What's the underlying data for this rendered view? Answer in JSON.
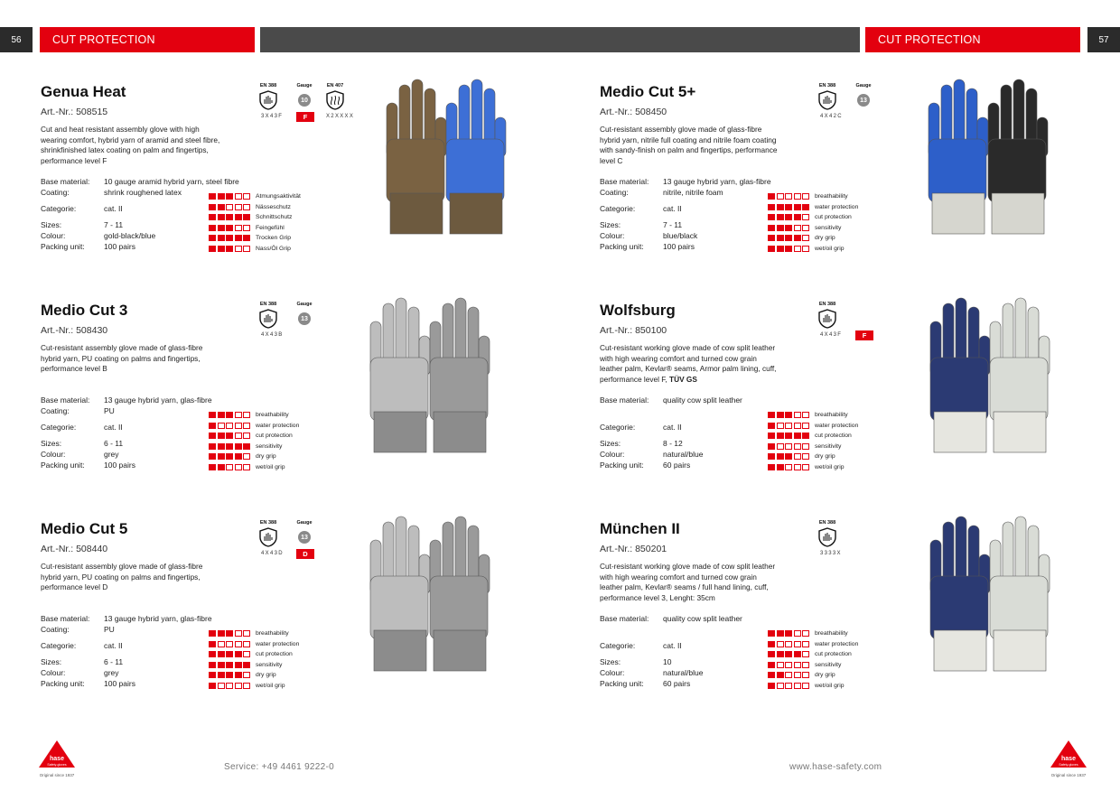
{
  "header": {
    "page_left": "56",
    "page_right": "57",
    "section_left": "CUT PROTECTION",
    "section_right": "CUT PROTECTION"
  },
  "cert_labels": {
    "en388": "EN 388",
    "gauge": "Gauge",
    "en407": "EN 407"
  },
  "labels": {
    "base_material": "Base material:",
    "coating": "Coating:",
    "categorie": "Categorie:",
    "sizes": "Sizes:",
    "colour": "Colour:",
    "packing_unit": "Packing unit:"
  },
  "products": [
    {
      "name": "Genua Heat",
      "art": "Art.-Nr.: 508515",
      "desc": "Cut and heat resistant assembly glove with high wearing comfort, hybrid yarn of aramid and steel fibre, shrinkfinished latex coating on palm and fingertips, performance level F",
      "base_material": "10 gauge aramid hybrid yarn, steel fibre",
      "coating": "shrink roughened latex",
      "categorie": "cat. II",
      "sizes": "7 - 11",
      "colour": "gold-black/blue",
      "packing_unit": "100 pairs",
      "gauge": "10",
      "en388_code": "3X43F",
      "en407_code": "X2XXXX",
      "level": "F",
      "ratings": [
        {
          "label": "Atmungsaktivität",
          "value": 3
        },
        {
          "label": "Nässeschutz",
          "value": 2
        },
        {
          "label": "Schnittschutz",
          "value": 5
        },
        {
          "label": "Feingefühl",
          "value": 3
        },
        {
          "label": "Trocken Grip",
          "value": 5
        },
        {
          "label": "Nass/Öl Grip",
          "value": 3
        }
      ]
    },
    {
      "name": "Medio Cut 5+",
      "art": "Art.-Nr.: 508450",
      "desc": "Cut-resistant assembly glove made of glass-fibre hybrid yarn, nitrile full coating and nitrile foam coating with sandy-finish on palm and fingertips, performance level C",
      "base_material": "13 gauge hybrid yarn, glas-fibre",
      "coating": "nitrile, nitrile foam",
      "categorie": "cat. II",
      "sizes": "7 - 11",
      "colour": "blue/black",
      "packing_unit": "100 pairs",
      "gauge": "13",
      "en388_code": "4X42C",
      "en407_code": "",
      "level": "",
      "ratings": [
        {
          "label": "breathability",
          "value": 1
        },
        {
          "label": "water protection",
          "value": 5
        },
        {
          "label": "cut protection",
          "value": 4
        },
        {
          "label": "sensitivity",
          "value": 3
        },
        {
          "label": "dry grip",
          "value": 4
        },
        {
          "label": "wet/oil grip",
          "value": 3
        }
      ]
    },
    {
      "name": "Medio Cut 3",
      "art": "Art.-Nr.: 508430",
      "desc": "Cut-resistant assembly glove made of glass-fibre hybrid yarn, PU coating on palms and fingertips, performance level B",
      "base_material": "13 gauge hybrid yarn, glas-fibre",
      "coating": "PU",
      "categorie": "cat. II",
      "sizes": "6 - 11",
      "colour": "grey",
      "packing_unit": "100 pairs",
      "gauge": "13",
      "en388_code": "4X43B",
      "en407_code": "",
      "level": "",
      "ratings": [
        {
          "label": "breathability",
          "value": 3
        },
        {
          "label": "water protection",
          "value": 1
        },
        {
          "label": "cut protection",
          "value": 3
        },
        {
          "label": "sensitivity",
          "value": 5
        },
        {
          "label": "dry grip",
          "value": 4
        },
        {
          "label": "wet/oil grip",
          "value": 2
        }
      ]
    },
    {
      "name": "Wolfsburg",
      "art": "Art.-Nr.: 850100",
      "desc": "Cut-resistant working glove made of cow split leather with high wearing comfort and turned cow grain leather palm, Kevlar® seams, Armor palm lining, cuff, performance level F,",
      "desc_bold": "TÜV GS",
      "base_material": "quality cow split leather",
      "coating": "",
      "categorie": "cat. II",
      "sizes": "8 - 12",
      "colour": "natural/blue",
      "packing_unit": "60 pairs",
      "gauge": "",
      "en388_code": "4X43F",
      "en407_code": "",
      "level": "F",
      "ratings": [
        {
          "label": "breathability",
          "value": 3
        },
        {
          "label": "water protection",
          "value": 1
        },
        {
          "label": "cut protection",
          "value": 5
        },
        {
          "label": "sensitivity",
          "value": 1
        },
        {
          "label": "dry grip",
          "value": 3
        },
        {
          "label": "wet/oil grip",
          "value": 2
        }
      ]
    },
    {
      "name": "Medio Cut 5",
      "art": "Art.-Nr.: 508440",
      "desc": "Cut-resistant assembly glove made of glass-fibre hybrid yarn, PU coating on palms and fingertips, performance level D",
      "base_material": "13 gauge hybrid yarn, glas-fibre",
      "coating": "PU",
      "categorie": "cat. II",
      "sizes": "6 - 11",
      "colour": "grey",
      "packing_unit": "100 pairs",
      "gauge": "13",
      "en388_code": "4X43D",
      "en407_code": "",
      "level": "D",
      "ratings": [
        {
          "label": "breathability",
          "value": 3
        },
        {
          "label": "water protection",
          "value": 1
        },
        {
          "label": "cut protection",
          "value": 4
        },
        {
          "label": "sensitivity",
          "value": 5
        },
        {
          "label": "dry grip",
          "value": 4
        },
        {
          "label": "wet/oil grip",
          "value": 1
        }
      ]
    },
    {
      "name": "München II",
      "art": "Art.-Nr.: 850201",
      "desc": "Cut-resistant working glove made of cow split leather with high wearing comfort and turned cow grain leather palm, Kevlar® seams / full hand lining, cuff, performance level 3, Lenght: 35cm",
      "base_material": "quality cow split leather",
      "coating": "",
      "categorie": "cat. II",
      "sizes": "10",
      "colour": "natural/blue",
      "packing_unit": "60 pairs",
      "gauge": "",
      "en388_code": "3333X",
      "en407_code": "",
      "level": "",
      "ratings": [
        {
          "label": "breathability",
          "value": 3
        },
        {
          "label": "water protection",
          "value": 1
        },
        {
          "label": "cut protection",
          "value": 4
        },
        {
          "label": "sensitivity",
          "value": 1
        },
        {
          "label": "dry grip",
          "value": 2
        },
        {
          "label": "wet/oil grip",
          "value": 1
        }
      ]
    }
  ],
  "footer": {
    "service": "Service: +49 4461 9222-0",
    "website": "www.hase-safety.com",
    "logo_text": "hase",
    "logo_sub": "Safety-gloves",
    "logo_tag": "Original since 1937"
  },
  "colors": {
    "accent": "#e3000f",
    "dark": "#2b2b2b",
    "bar": "#4a4a4a"
  }
}
